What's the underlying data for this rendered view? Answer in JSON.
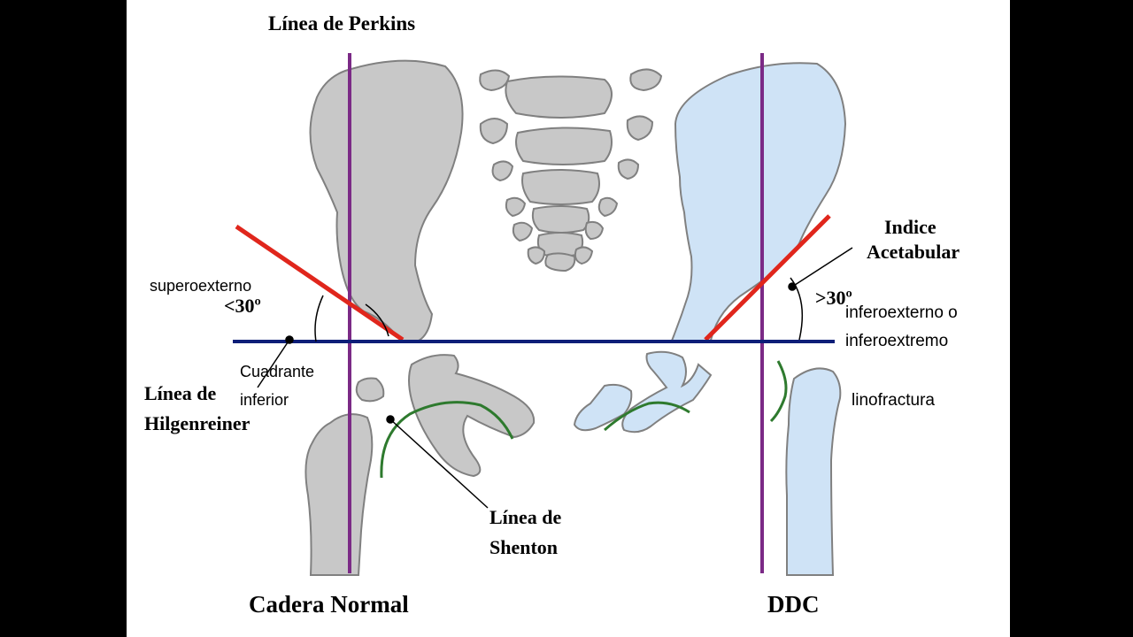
{
  "labels": {
    "perkins": "Línea de Perkins",
    "indice": "Indice",
    "acetabular": "Acetabular",
    "superoexterno": "superoexterno",
    "lt30": "<30º",
    "gt30": ">30º",
    "inferoexterno_1": "inferoexterno o",
    "inferoexterno_2": "inferoextremo",
    "cuadrante_1": "Cuadrante",
    "cuadrante_2": "inferior",
    "hilgenreiner_1": "Línea de",
    "hilgenreiner_2": "Hilgenreiner",
    "linofractura": "linofractura",
    "shenton_1": "Línea de",
    "shenton_2": "Shenton",
    "normal": "Cadera Normal",
    "ddc": "DDC"
  },
  "colors": {
    "background": "#000000",
    "slide": "#ffffff",
    "bone_normal": "#c8c8c8",
    "bone_ddc": "#cfe3f6",
    "bone_outline": "#808080",
    "perkins_line": "#7b2a86",
    "hilgenreiner_line": "#0d1e78",
    "acetabular_line": "#e0261c",
    "shenton_arc": "#2e7a2e"
  }
}
